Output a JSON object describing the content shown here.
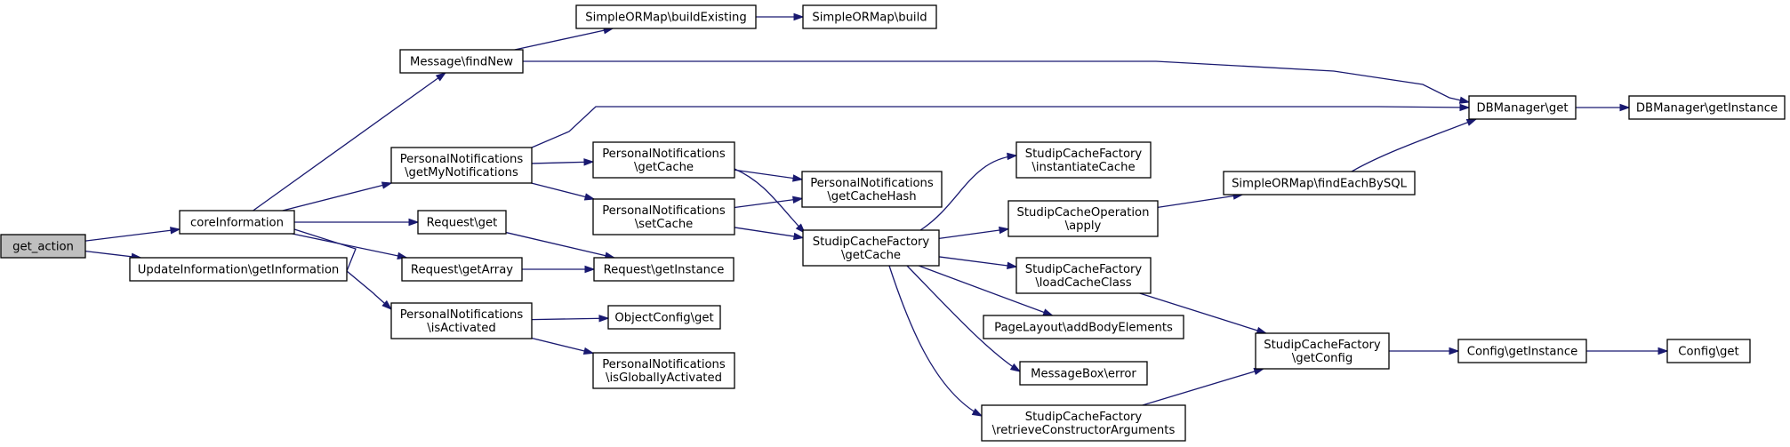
{
  "graph": {
    "nodes": {
      "get_action": [
        "get_action"
      ],
      "coreInformation": [
        "coreInformation"
      ],
      "update_getInformation": [
        "UpdateInformation\\getInformation"
      ],
      "message_findNew": [
        "Message\\findNew"
      ],
      "pn_getMyNotifications": [
        "PersonalNotifications",
        "\\getMyNotifications"
      ],
      "request_get": [
        "Request\\get"
      ],
      "request_getArray": [
        "Request\\getArray"
      ],
      "pn_isActivated": [
        "PersonalNotifications",
        "\\isActivated"
      ],
      "orm_buildExisting": [
        "SimpleORMap\\buildExisting"
      ],
      "orm_build": [
        "SimpleORMap\\build"
      ],
      "db_get": [
        "DBManager\\get"
      ],
      "db_getInstance": [
        "DBManager\\getInstance"
      ],
      "pn_getCache": [
        "PersonalNotifications",
        "\\getCache"
      ],
      "pn_setCache": [
        "PersonalNotifications",
        "\\setCache"
      ],
      "pn_getCacheHash": [
        "PersonalNotifications",
        "\\getCacheHash"
      ],
      "request_getInstance": [
        "Request\\getInstance"
      ],
      "objectconfig_get": [
        "ObjectConfig\\get"
      ],
      "pn_isGloballyActivated": [
        "PersonalNotifications",
        "\\isGloballyActivated"
      ],
      "scf_getCache": [
        "StudipCacheFactory",
        "\\getCache"
      ],
      "scf_instantiateCache": [
        "StudipCacheFactory",
        "\\instantiateCache"
      ],
      "sco_apply": [
        "StudipCacheOperation",
        "\\apply"
      ],
      "orm_findEachBySQL": [
        "SimpleORMap\\findEachBySQL"
      ],
      "scf_loadCacheClass": [
        "StudipCacheFactory",
        "\\loadCacheClass"
      ],
      "pagelayout_addBodyElements": [
        "PageLayout\\addBodyElements"
      ],
      "messagebox_error": [
        "MessageBox\\error"
      ],
      "scf_retrieveConstructorArguments": [
        "StudipCacheFactory",
        "\\retrieveConstructorArguments"
      ],
      "scf_getConfig": [
        "StudipCacheFactory",
        "\\getConfig"
      ],
      "config_getInstance": [
        "Config\\getInstance"
      ],
      "config_get": [
        "Config\\get"
      ]
    },
    "edges": [
      [
        "get_action",
        "coreInformation"
      ],
      [
        "get_action",
        "update_getInformation"
      ],
      [
        "coreInformation",
        "message_findNew"
      ],
      [
        "coreInformation",
        "pn_getMyNotifications"
      ],
      [
        "coreInformation",
        "request_get"
      ],
      [
        "coreInformation",
        "request_getArray"
      ],
      [
        "coreInformation",
        "pn_isActivated"
      ],
      [
        "message_findNew",
        "orm_buildExisting"
      ],
      [
        "message_findNew",
        "db_get"
      ],
      [
        "orm_buildExisting",
        "orm_build"
      ],
      [
        "db_get",
        "db_getInstance"
      ],
      [
        "pn_getMyNotifications",
        "db_get"
      ],
      [
        "pn_getMyNotifications",
        "pn_getCache"
      ],
      [
        "pn_getMyNotifications",
        "pn_setCache"
      ],
      [
        "pn_getCache",
        "pn_getCacheHash"
      ],
      [
        "pn_getCache",
        "scf_getCache"
      ],
      [
        "pn_setCache",
        "pn_getCacheHash"
      ],
      [
        "pn_setCache",
        "scf_getCache"
      ],
      [
        "request_get",
        "request_getInstance"
      ],
      [
        "request_getArray",
        "request_getInstance"
      ],
      [
        "pn_isActivated",
        "objectconfig_get"
      ],
      [
        "pn_isActivated",
        "pn_isGloballyActivated"
      ],
      [
        "scf_getCache",
        "scf_instantiateCache"
      ],
      [
        "scf_getCache",
        "sco_apply"
      ],
      [
        "scf_getCache",
        "scf_loadCacheClass"
      ],
      [
        "scf_getCache",
        "pagelayout_addBodyElements"
      ],
      [
        "scf_getCache",
        "messagebox_error"
      ],
      [
        "scf_getCache",
        "scf_retrieveConstructorArguments"
      ],
      [
        "sco_apply",
        "orm_findEachBySQL"
      ],
      [
        "orm_findEachBySQL",
        "db_get"
      ],
      [
        "scf_loadCacheClass",
        "scf_getConfig"
      ],
      [
        "scf_retrieveConstructorArguments",
        "scf_getConfig"
      ],
      [
        "scf_getConfig",
        "config_getInstance"
      ],
      [
        "config_getInstance",
        "config_get"
      ]
    ]
  }
}
